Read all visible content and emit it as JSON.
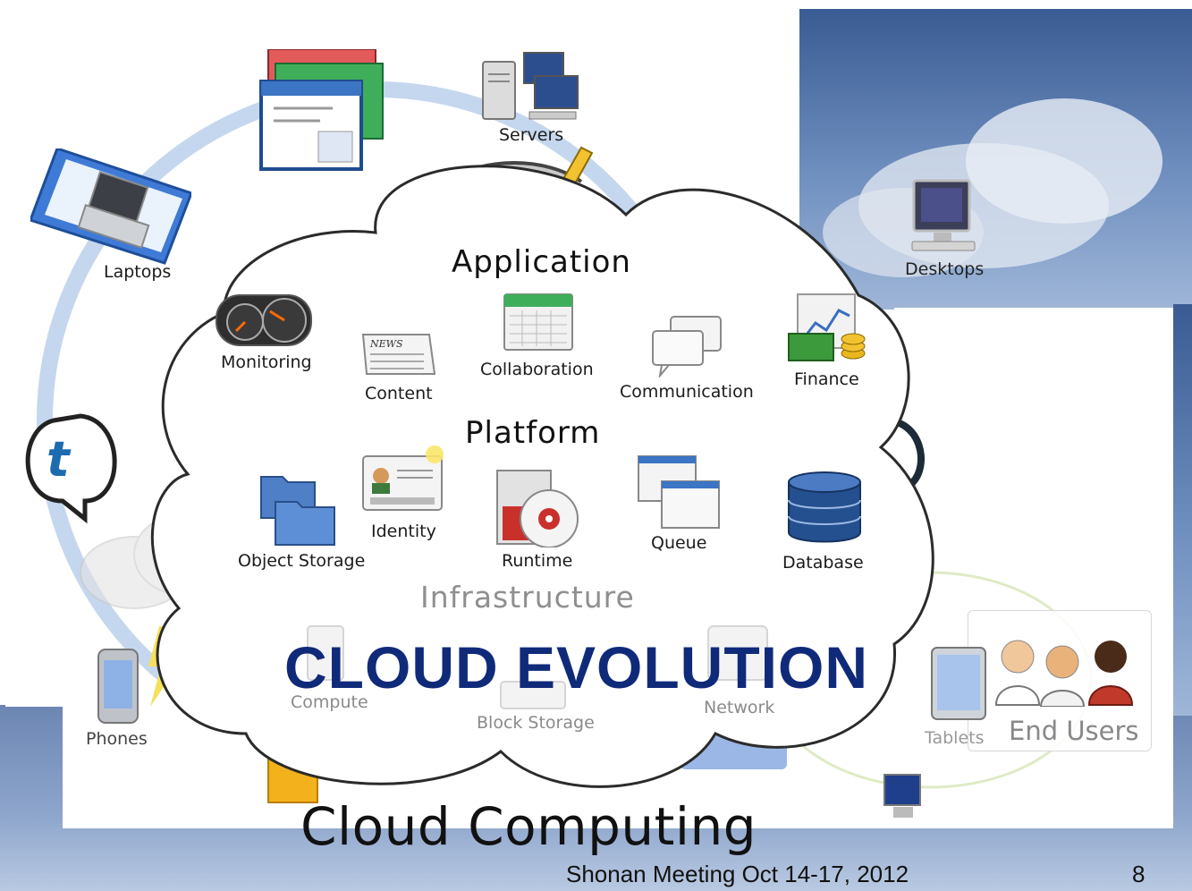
{
  "slide": {
    "title": "CLOUD EVOLUTION",
    "footer": "Shonan Meeting Oct 14-17, 2012",
    "page_number": "8",
    "title_color": "#102a7a"
  },
  "diagram": {
    "caption": "Cloud Computing",
    "outer_devices": {
      "servers": "Servers",
      "laptops": "Laptops",
      "desktops": "Desktops",
      "phones": "Phones",
      "tablets": "Tablets",
      "end_users": "End Users"
    },
    "layers": {
      "application": {
        "heading": "Application",
        "items": [
          "Monitoring",
          "Content",
          "Collaboration",
          "Communication",
          "Finance"
        ]
      },
      "platform": {
        "heading": "Platform",
        "items": [
          "Object Storage",
          "Identity",
          "Runtime",
          "Queue",
          "Database"
        ]
      },
      "infrastructure": {
        "heading": "Infrastructure",
        "items": [
          "Compute",
          "Block Storage",
          "Network"
        ]
      }
    },
    "icons": [
      "monitoring-gauge-icon",
      "newspaper-icon",
      "calendar-icon",
      "speech-bubbles-icon",
      "finance-chart-icon",
      "folders-icon",
      "id-card-icon",
      "runtime-disc-icon",
      "window-queue-icon",
      "database-cylinder-icon",
      "server-tower-icon",
      "laptop-icon",
      "desktop-monitor-icon",
      "phone-icon",
      "tablet-icon",
      "users-icon"
    ]
  }
}
